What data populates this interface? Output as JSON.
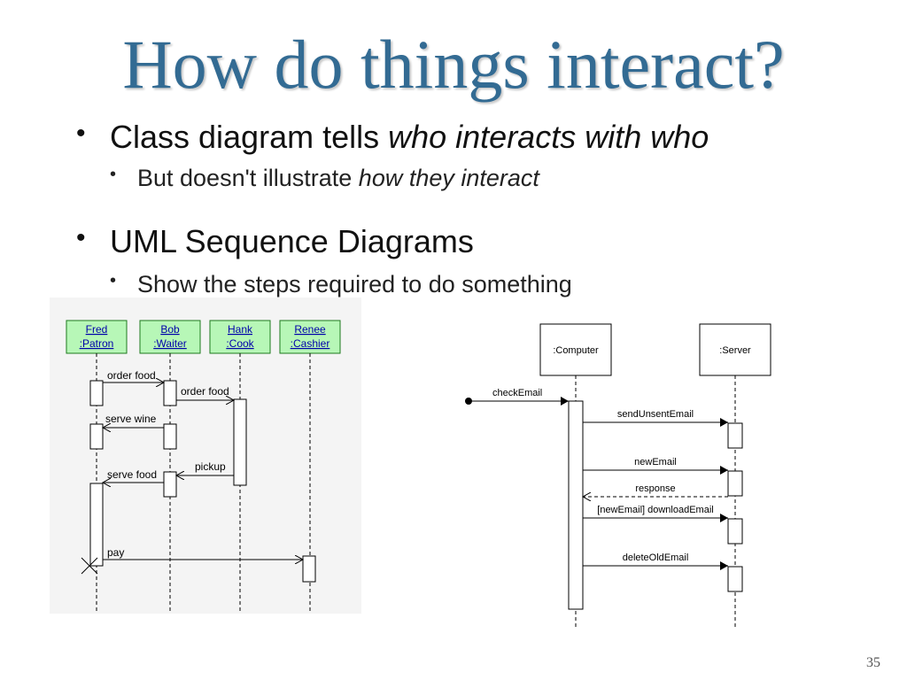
{
  "slide": {
    "title": "How do things interact?",
    "page_number": "35"
  },
  "bullets": [
    {
      "text": "Class diagram tells ",
      "italic": "who interacts with who",
      "sub": {
        "text": "But doesn't illustrate ",
        "italic": "how they interact"
      }
    },
    {
      "text": "UML Sequence Diagrams",
      "sub": {
        "text": "Show the steps required to do something"
      }
    }
  ],
  "diagram_left": {
    "participants": [
      {
        "name": "Fred",
        "role": ":Patron"
      },
      {
        "name": "Bob",
        "role": ":Waiter"
      },
      {
        "name": "Hank",
        "role": ":Cook"
      },
      {
        "name": "Renee",
        "role": ":Cashier"
      }
    ],
    "messages": [
      "order food",
      "order food",
      "serve wine",
      "pickup",
      "serve food",
      "pay"
    ],
    "colors": {
      "box_fill": "#b7f7b7",
      "box_border": "#1e7a1e",
      "background": "#f4f4f4"
    }
  },
  "diagram_right": {
    "participants": [
      ":Computer",
      ":Server"
    ],
    "messages": [
      "checkEmail",
      "sendUnsentEmail",
      "newEmail",
      "response",
      "[newEmail] downloadEmail",
      "deleteOldEmail"
    ]
  }
}
